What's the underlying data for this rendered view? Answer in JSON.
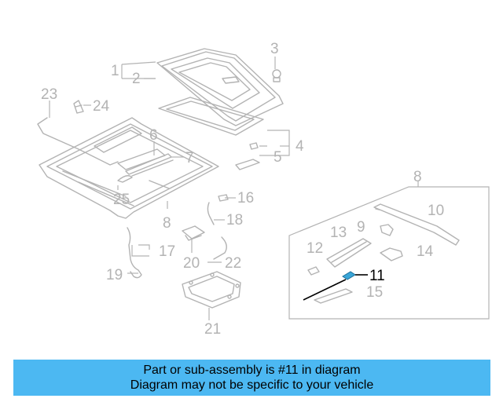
{
  "diagram": {
    "callouts": {
      "c1": "1",
      "c2": "2",
      "c3": "3",
      "c4": "4",
      "c5": "5",
      "c6": "6",
      "c7": "7",
      "c8a": "8",
      "c8b": "8",
      "c9": "9",
      "c10": "10",
      "c11": "11",
      "c12": "12",
      "c13": "13",
      "c14": "14",
      "c15": "15",
      "c16": "16",
      "c17": "17",
      "c18": "18",
      "c19": "19",
      "c20": "20",
      "c21": "21",
      "c22": "22",
      "c23": "23",
      "c24": "24",
      "c25": "25"
    },
    "highlight_part": "11",
    "colors": {
      "line": "#b3b3b3",
      "highlight": "#3aa6d8",
      "pointer": "#000000"
    }
  },
  "banner": {
    "line1": "Part or sub-assembly is #11 in diagram",
    "line2": "Diagram may not be specific to your vehicle",
    "color": "#4cb8f2"
  }
}
